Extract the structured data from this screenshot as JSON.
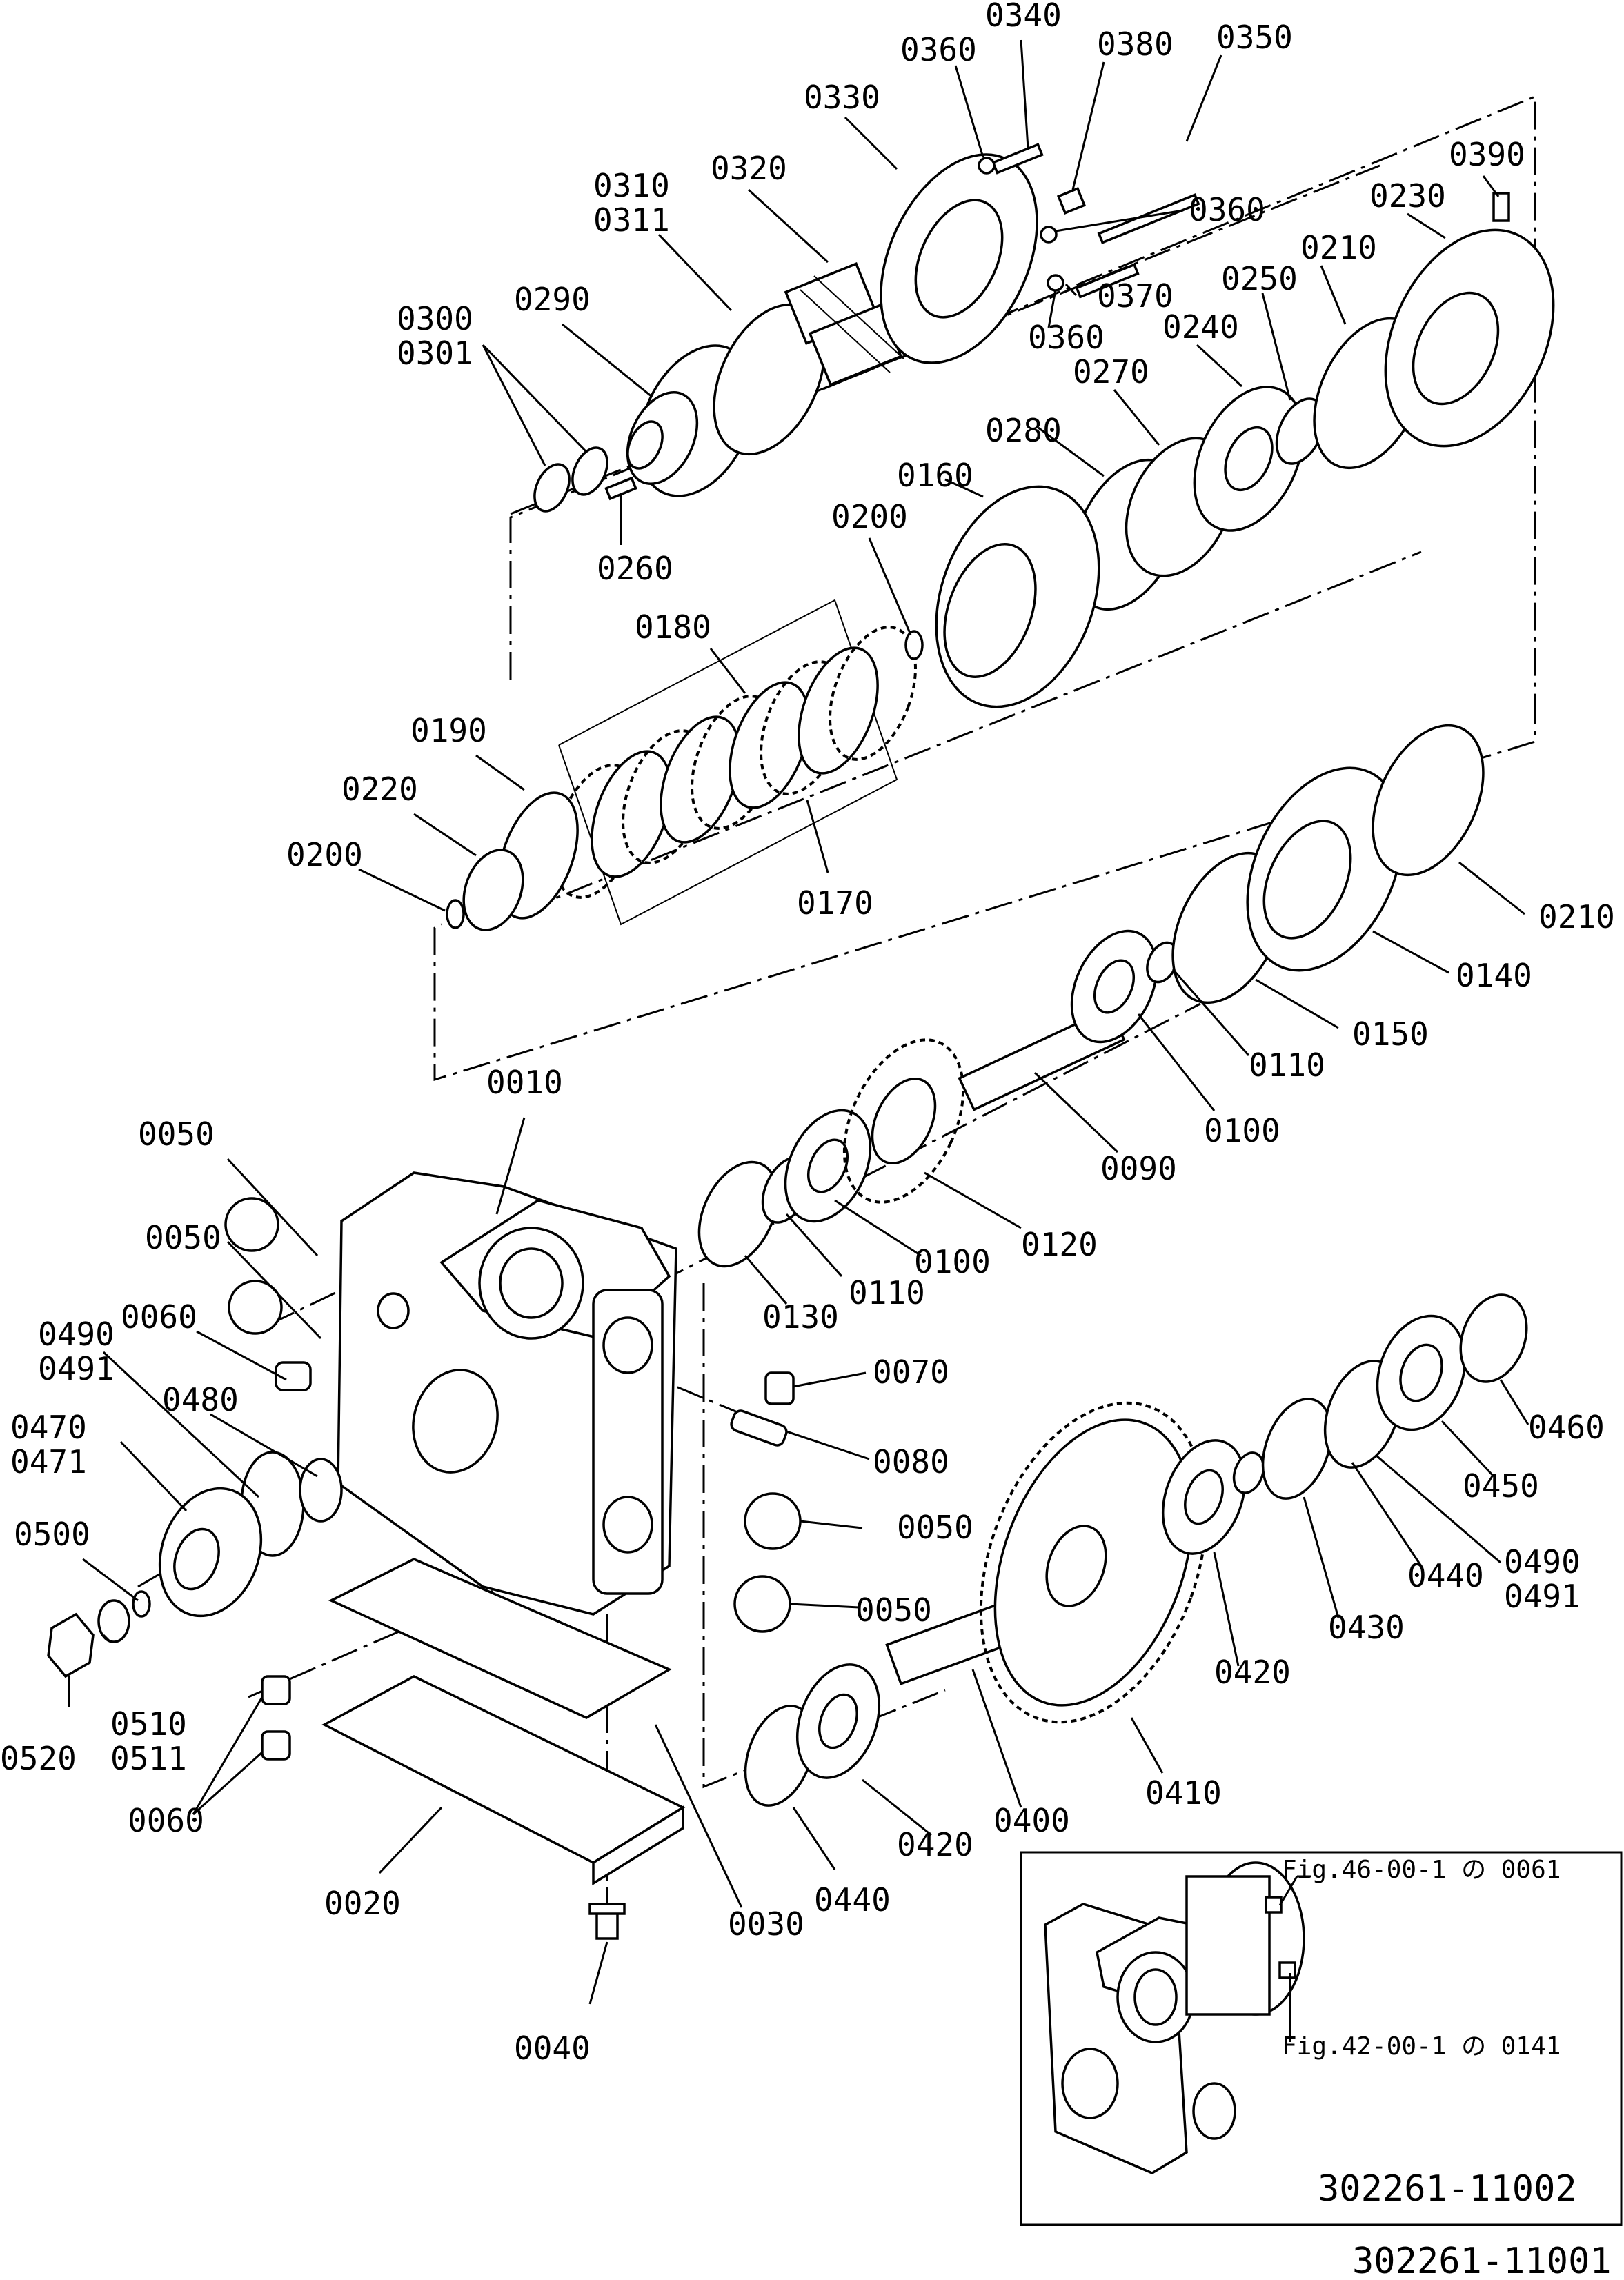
{
  "drawing_numbers": {
    "main": "302261-11001",
    "inset": "302261-11002"
  },
  "inset_refs": {
    "ref1": "Fig.46-00-1 の 0061",
    "ref2": "Fig.42-00-1 の 0141"
  },
  "callouts": [
    "0340",
    "0360",
    "0380",
    "0350",
    "0330",
    "0320",
    "0360",
    "0390",
    "0310",
    "0311",
    "0230",
    "0360",
    "0210",
    "0370",
    "0250",
    "0290",
    "0300",
    "0301",
    "0360",
    "0240",
    "0270",
    "0280",
    "0260",
    "0160",
    "0200",
    "0180",
    "0190",
    "0220",
    "0200",
    "0170",
    "0210",
    "0140",
    "0150",
    "0110",
    "0010",
    "0050",
    "0100",
    "0090",
    "0050",
    "0120",
    "0100",
    "0110",
    "0130",
    "0490",
    "0491",
    "0060",
    "0070",
    "0480",
    "0470",
    "0471",
    "0080",
    "0050",
    "0500",
    "0050",
    "0460",
    "0450",
    "0440",
    "0490",
    "0491",
    "0430",
    "0420",
    "0510",
    "0511",
    "0520",
    "0410",
    "0400",
    "0060",
    "0420",
    "0440",
    "0030",
    "0020",
    "0040"
  ]
}
